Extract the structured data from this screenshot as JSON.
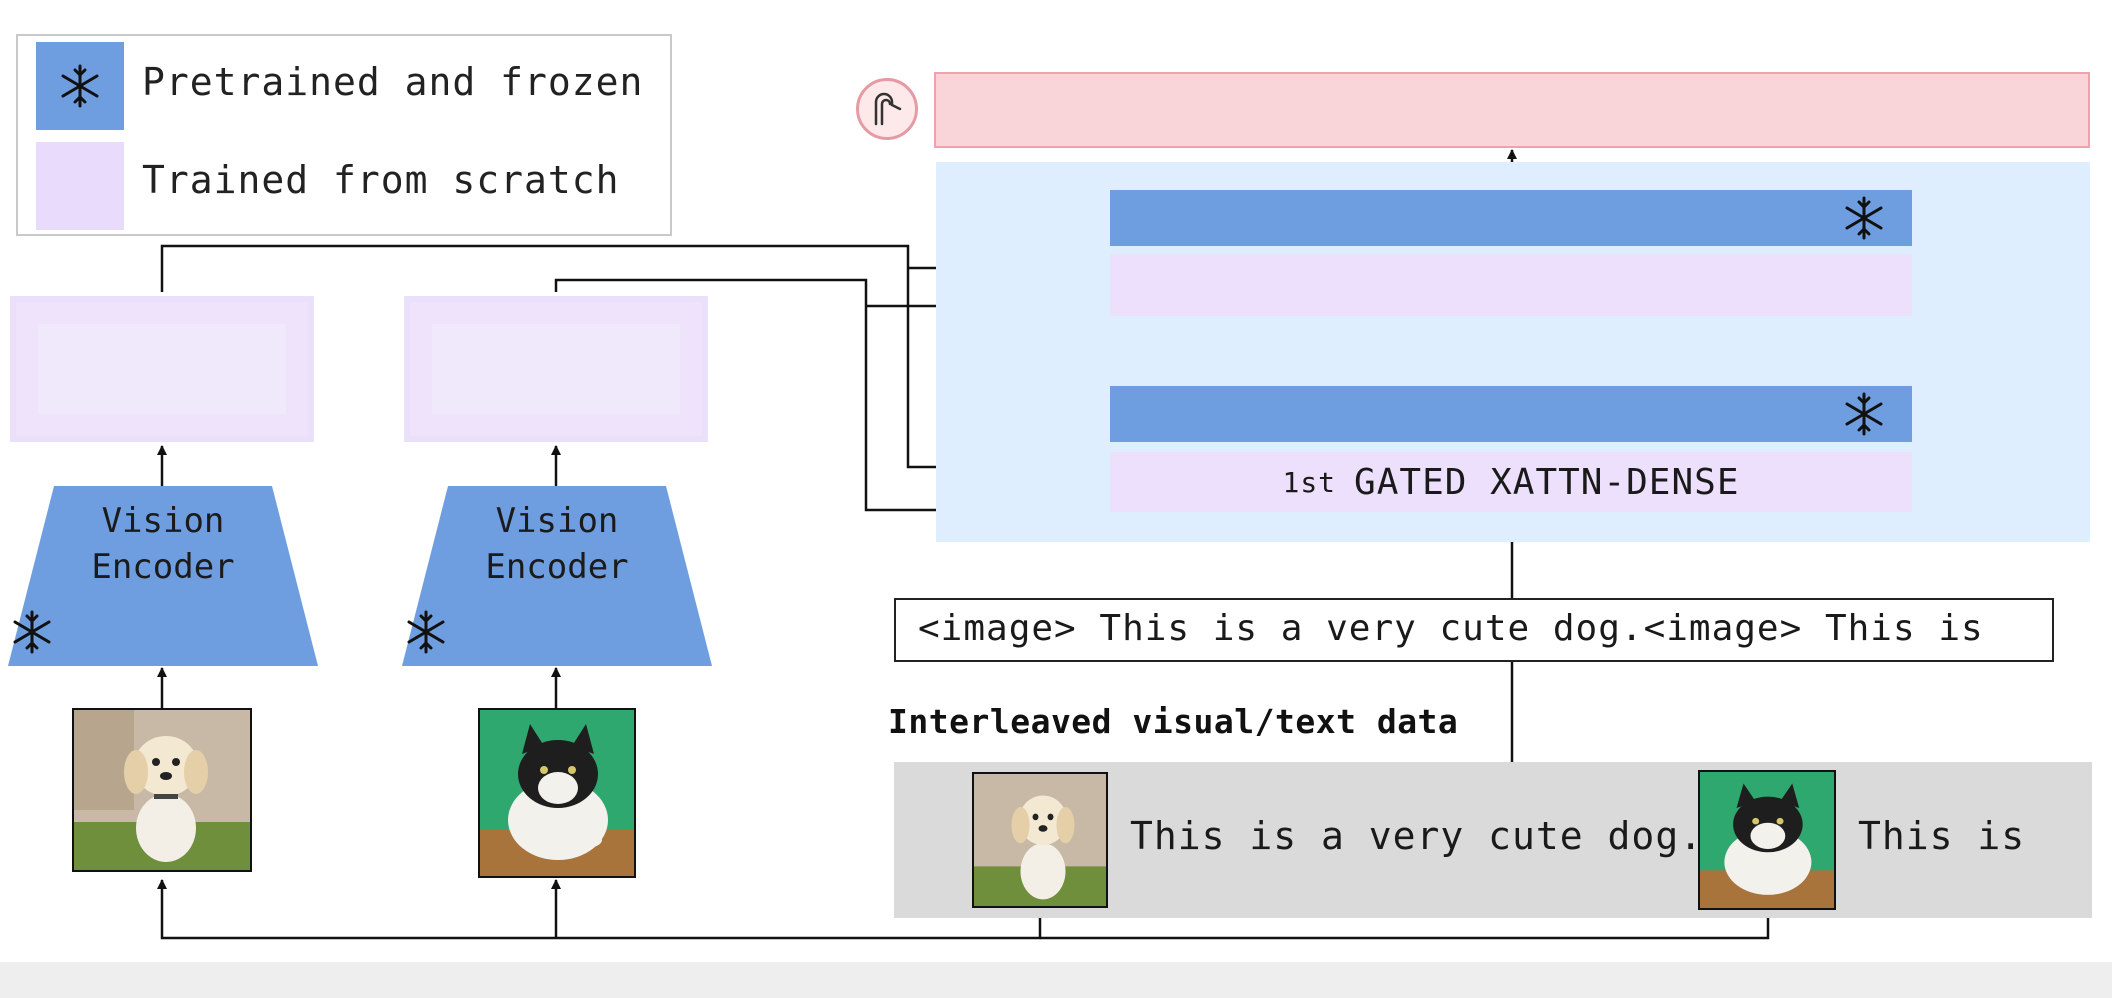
{
  "legend": {
    "frozen_label": "Pretrained and frozen",
    "trained_label": "Trained from scratch"
  },
  "encoders": [
    {
      "line1": "Vision",
      "line2": "Encoder",
      "image": "dog"
    },
    {
      "line1": "Vision",
      "line2": "Encoder",
      "image": "cat"
    }
  ],
  "lm": {
    "xattn_prefix": "1st",
    "xattn_label": "GATED XATTN-DENSE"
  },
  "text_input": "<image> This is a very cute dog.<image> This is",
  "data_section": {
    "title": "Interleaved visual/text data",
    "text1": "This is a very cute dog.",
    "text2": "This is"
  },
  "icons": {
    "frozen": "snowflake-icon",
    "output": "flamingo-logo-icon"
  },
  "colors": {
    "frozen": "#6f9ee0",
    "trained": "#e8dbfb",
    "lm_panel": "#deeefe",
    "output": "#f9d4d8",
    "strip": "#dadada"
  }
}
